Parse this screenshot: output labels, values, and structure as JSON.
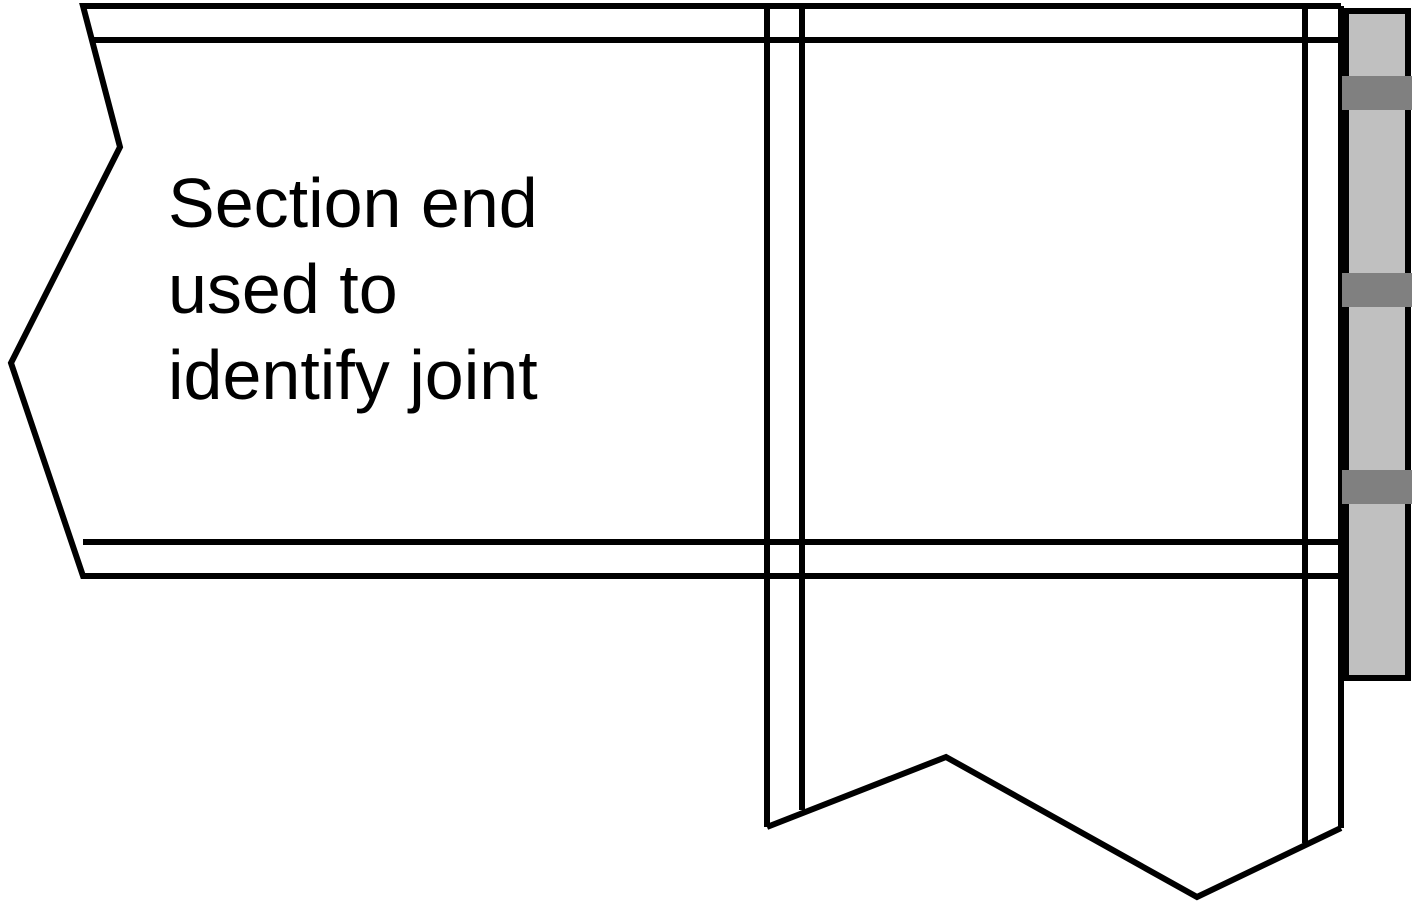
{
  "label": {
    "lines": [
      "Section end",
      "used to",
      "identify joint"
    ]
  },
  "colors": {
    "stroke": "#000000",
    "plate_fill": "#c0c0c0",
    "bolt_fill": "#808080",
    "background": "#ffffff"
  }
}
